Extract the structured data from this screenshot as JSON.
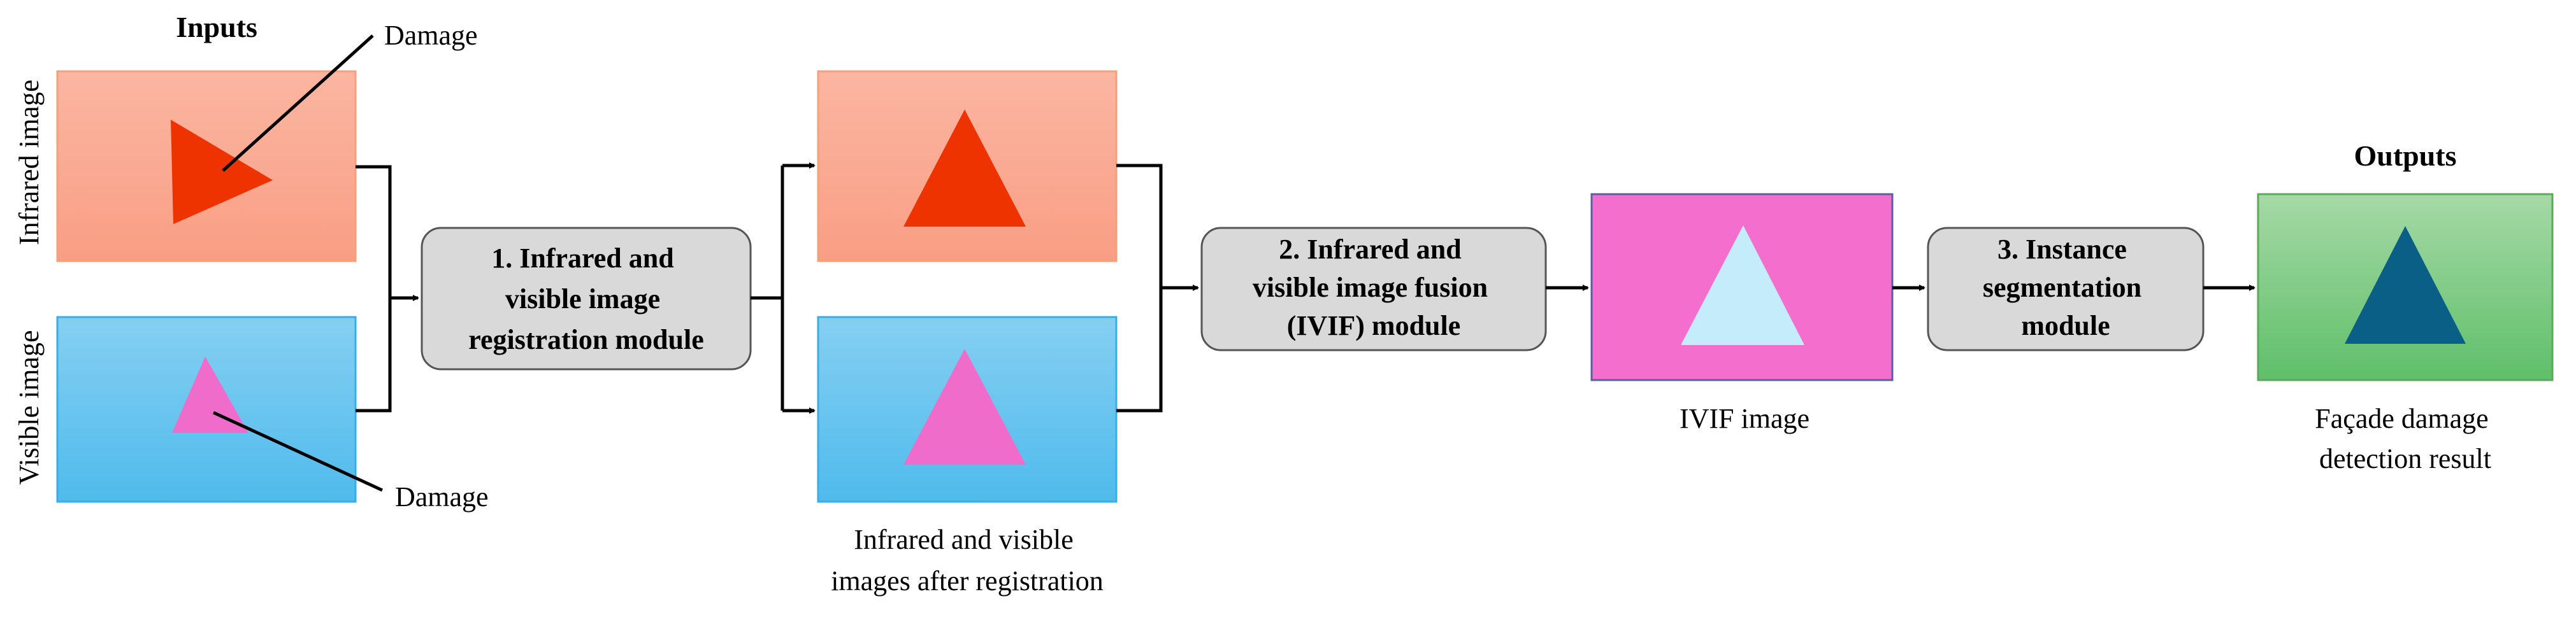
{
  "headers": {
    "inputs": "Inputs",
    "outputs": "Outputs"
  },
  "side_labels": {
    "infrared": "Infrared image",
    "visible": "Visible image"
  },
  "callouts": {
    "top": "Damage",
    "bottom": "Damage"
  },
  "modules": {
    "registration": [
      "1. Infrared and",
      "visible image",
      "registration module"
    ],
    "fusion": [
      "2. Infrared and",
      "visible image fusion",
      "(IVIF) module"
    ],
    "segmentation": [
      "3. Instance",
      "segmentation",
      "module"
    ]
  },
  "captions": {
    "registered": [
      "Infrared and visible",
      "images after registration"
    ],
    "ivif": "IVIF image",
    "result": [
      "Façade damage",
      "detection result"
    ]
  },
  "colors": {
    "infrared_top": "#fbb6a2",
    "infrared_bottom": "#f99e84",
    "infrared_border": "#f4a07a",
    "visible_top": "#86cff2",
    "visible_bottom": "#4fbbec",
    "visible_border": "#38aee6",
    "ivif_fill": "#f46fcd",
    "ivif_border": "#5b5fa0",
    "output_top": "#a6d9a6",
    "output_bottom": "#5fbf6a",
    "output_border": "#5aaa5a",
    "module_fill": "#d9d9d9",
    "module_border": "#555555",
    "damage_red": "#ee3300",
    "damage_pink": "#f06ccb",
    "damage_light": "#c4ecfb",
    "damage_navy": "#0a5f86"
  }
}
